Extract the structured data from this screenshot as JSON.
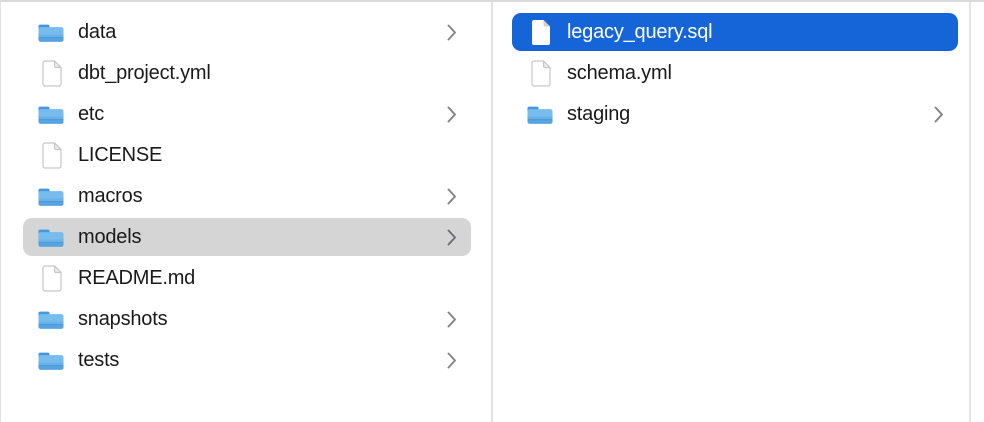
{
  "window": {
    "app": "Finder",
    "view": "column-view"
  },
  "colors": {
    "selection_active_blue": "#1565d8",
    "selection_inactive_gray": "#d5d5d5",
    "selected_text": "#ffffff",
    "text": "#1a1a1a",
    "chevron_gray": "#86868a",
    "chevron_on_selection": "#707075",
    "divider_gray": "#e3e3e3",
    "folder_blue_body": "#68b2e8",
    "folder_blue_tab": "#4496dd",
    "folder_blue_band": "#55a3e0",
    "doc_outline": "#c7c7c7",
    "doc_fold": "#ededed"
  },
  "columns": [
    {
      "name": "parent-column",
      "items": [
        {
          "label": "data",
          "type": "folder",
          "has_chevron": true,
          "selected": false,
          "selection": null
        },
        {
          "label": "dbt_project.yml",
          "type": "file",
          "has_chevron": false,
          "selected": false,
          "selection": null
        },
        {
          "label": "etc",
          "type": "folder",
          "has_chevron": true,
          "selected": false,
          "selection": null
        },
        {
          "label": "LICENSE",
          "type": "file",
          "has_chevron": false,
          "selected": false,
          "selection": null
        },
        {
          "label": "macros",
          "type": "folder",
          "has_chevron": true,
          "selected": false,
          "selection": null
        },
        {
          "label": "models",
          "type": "folder",
          "has_chevron": true,
          "selected": true,
          "selection": "inactive"
        },
        {
          "label": "README.md",
          "type": "file",
          "has_chevron": false,
          "selected": false,
          "selection": null
        },
        {
          "label": "snapshots",
          "type": "folder",
          "has_chevron": true,
          "selected": false,
          "selection": null
        },
        {
          "label": "tests",
          "type": "folder",
          "has_chevron": true,
          "selected": false,
          "selection": null
        }
      ]
    },
    {
      "name": "current-column",
      "items": [
        {
          "label": "legacy_query.sql",
          "type": "file",
          "has_chevron": false,
          "selected": true,
          "selection": "active"
        },
        {
          "label": "schema.yml",
          "type": "file",
          "has_chevron": false,
          "selected": false,
          "selection": null
        },
        {
          "label": "staging",
          "type": "folder",
          "has_chevron": true,
          "selected": false,
          "selection": null
        }
      ]
    }
  ]
}
